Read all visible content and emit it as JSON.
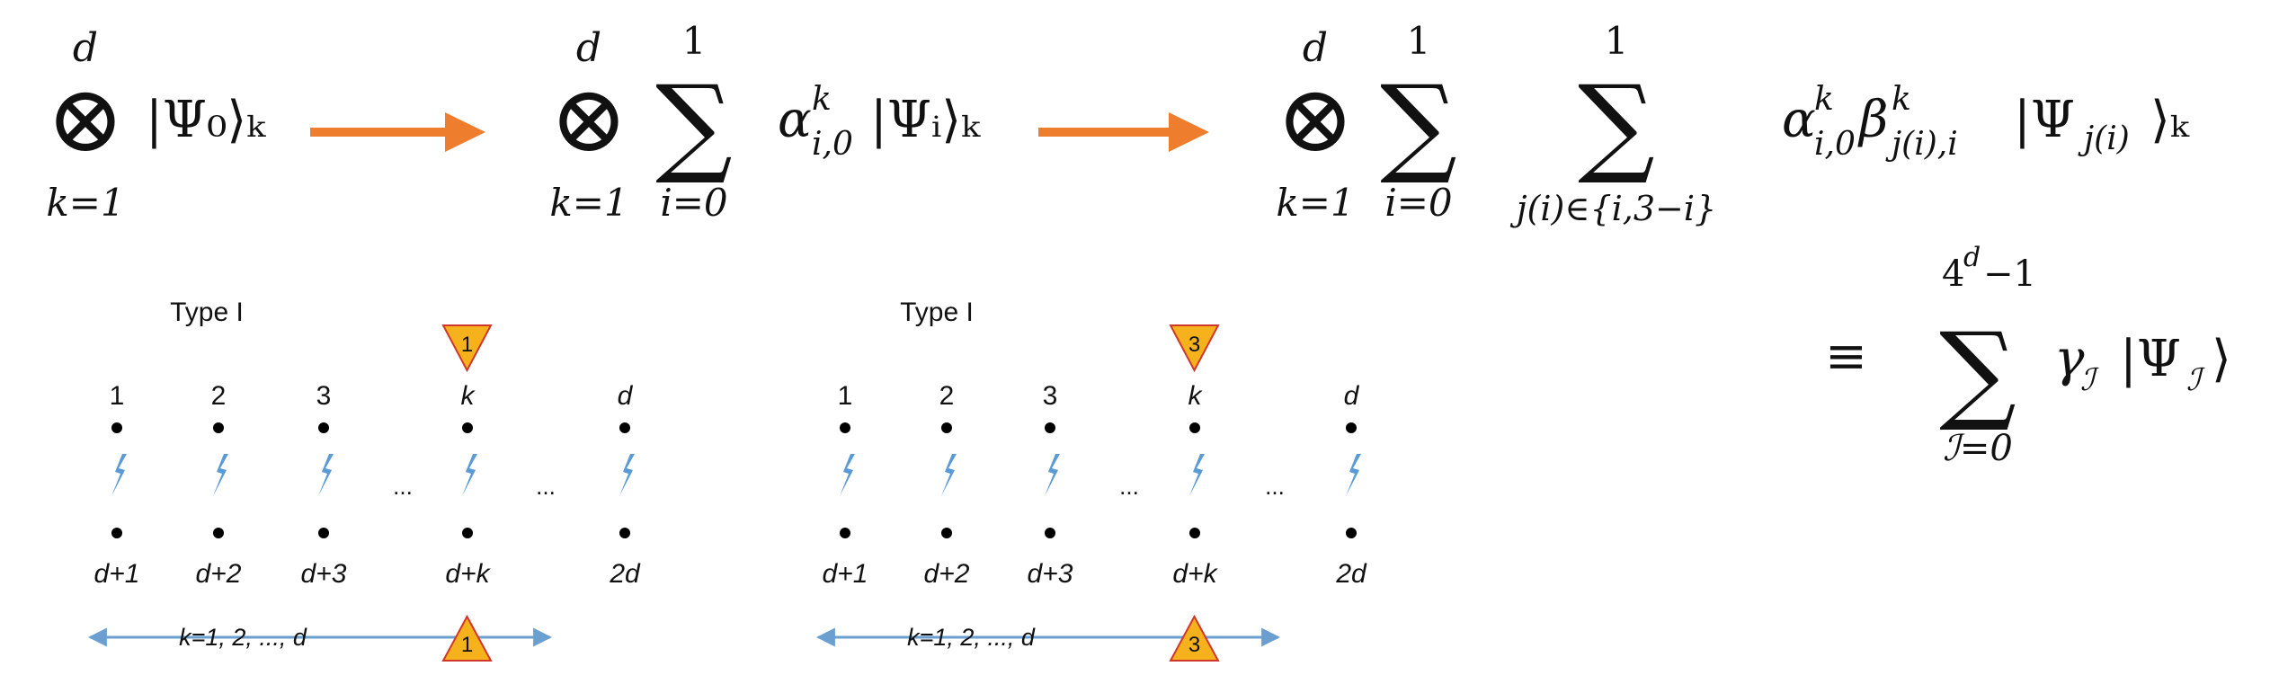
{
  "colors": {
    "arrow": "#ee7d2e",
    "marker_fill": "#f5b21c",
    "marker_stroke": "#d1362a",
    "bolt": "#5b9bd5",
    "range_arrow": "#6a9fd0",
    "dot": "#000000",
    "text": "#111111"
  },
  "equation": {
    "otimes": "⊗",
    "sum": "∑",
    "equiv": "≡",
    "upper_d": "d",
    "lower_k1": "k=1",
    "upper_one": "1",
    "lower_i0": "i=0",
    "lower_ji": "j(i)∈{i,3−i}",
    "term1": "|Ψ₀⟩ₖ",
    "term2_coef": "α",
    "term2_sup": "k",
    "term2_sub": "i,0",
    "term2_ket": "|Ψᵢ⟩ₖ",
    "term3_a": "α",
    "term3_a_sup": "k",
    "term3_a_sub": "i,0",
    "term3_b": "β",
    "term3_b_sup": "k",
    "term3_b_sub": "j(i),i",
    "term3_ket": "|Ψ",
    "term3_ket_sub": "j(i)",
    "term3_ket_close": "⟩ₖ",
    "final_upper": "4",
    "final_upper_exp": "d",
    "final_upper_tail": "−1",
    "final_lower": "ℐ=0",
    "final_gamma": "γ",
    "final_gamma_sub": "ℐ",
    "final_ket": "|Ψ",
    "final_ket_sub": "ℐ",
    "final_ket_close": "⟩"
  },
  "panels": [
    {
      "type_label": "Type I",
      "marker_value": "1",
      "top_labels": [
        "1",
        "2",
        "3",
        "k",
        "d"
      ],
      "bottom_labels": [
        "d+1",
        "d+2",
        "d+3",
        "d+k",
        "2d"
      ],
      "ellipsis": [
        "...",
        "..."
      ],
      "range_label": "k=1, 2, ..., d"
    },
    {
      "type_label": "Type I",
      "marker_value": "3",
      "top_labels": [
        "1",
        "2",
        "3",
        "k",
        "d"
      ],
      "bottom_labels": [
        "d+1",
        "d+2",
        "d+3",
        "d+k",
        "2d"
      ],
      "ellipsis": [
        "...",
        "..."
      ],
      "range_label": "k=1, 2, ..., d"
    }
  ]
}
